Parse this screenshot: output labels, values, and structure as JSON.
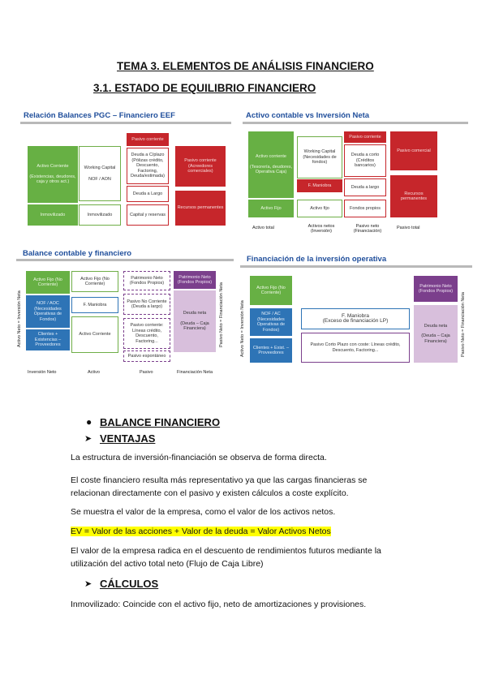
{
  "doc": {
    "title": "TEMA 3. ELEMENTOS DE ANÁLISIS FINANCIERO",
    "section": "3.1. ESTADO DE EQUILIBRIO FINANCIERO"
  },
  "fig1": {
    "title": "Relación Balances PGC – Financiero EEF",
    "activo_corriente": "Activo Corriente",
    "activo_corriente_sub": "(Existencias, deudores, caja y otros act.)",
    "inmovilizado_left": "Inmovilizado",
    "working_capital": "Working Capital",
    "ndf_aon": "NOF / AON",
    "inmovilizado_mid": "Inmovilizado",
    "pasivo_corriente": "Pasivo corriente",
    "deuda_ccte": "Deuda a C/plazo (Pólizas crédito, Descuento, Factoring, Deuda/estimada)",
    "deuda_larga": "Deuda a Largo",
    "capital_reservas": "Capital y reservas",
    "pasivo_right": "Pasivo corriente (Acreedores comerciales)",
    "recursos_perm": "Recursos permanentes"
  },
  "fig2": {
    "title": "Activo contable vs Inversión Neta",
    "activo_corriente": "Activo corriente",
    "activo_corriente_sub": "(Tesorería, deudores, Operativa Caja)",
    "activo_fijo": "Activo Fijo",
    "working_capital": "Working Capital (Necesidades de fondos)",
    "f_maniobra": "F. Maniobra",
    "activo_fijo_mid": "Activo fijo",
    "pasivo_corriente": "Pasivo corriente",
    "deuda_corto": "Deuda a corto (Créditos bancarios)",
    "deuda_largo": "Deuda a largo",
    "fondos_propios": "Fondos propios",
    "pasivo_comercial": "Pasivo comercial",
    "recursos_perm": "Recursos permanentes",
    "cap1": "Activo total",
    "cap2": "Activos netos (Inversión)",
    "cap3": "Pasivo neto (Financiación)",
    "cap4": "Pasivo total"
  },
  "fig3": {
    "title": "Balance contable y financiero",
    "left_vert": "Activo Neto = Inversión Neta",
    "right_vert": "Pasivo Neto = Financiación Neta",
    "activo_fijo": "Activo Fijo (No Corriente)",
    "ndf": "NOF / AOC (Necesidades Operativas de Fondos)",
    "clientes": "Clientes + Existencias – Proveedores",
    "activo_fijo_mid": "Activo Fijo (No Corriente)",
    "f_maniobra": "F. Maniobra",
    "activo_corriente": "Activo Corriente",
    "patrimonio": "Patrimonio Neto (Fondos Propios)",
    "pasivo_lp": "Pasivo No Corriente (Deuda a largo)",
    "pasivo_cp": "Pasivo corriente: Líneas crédito, Descuento, Factoring...",
    "pasivo_espont": "Pasivo espontáneo",
    "patrimonio_r": "Patrimonio Neto (Fondos Propios)",
    "deuda_neta": "Deuda neta",
    "deuda_caja": "(Deuda – Caja Financiera)",
    "cap1": "Inversión Neto",
    "cap2": "Activo",
    "cap3": "Pasivo",
    "cap4": "Financiación Neta"
  },
  "fig4": {
    "title": "Financiación de la inversión operativa",
    "left_vert": "Activo Neto = Inversión Neta",
    "right_vert": "Pasivo Neto = Financiación Neta",
    "activo_fijo": "Activo Fijo (No Corriente)",
    "ndf": "NOF / AC (Necesidades Operativas de Fondos)",
    "clientes": "Clientes + Exist. – Proveedores",
    "f_maniobra": "F. Maniobra",
    "exceso": "(Exceso de financiación LP)",
    "pasivo_cp": "Pasivo Corto Plazo con coste: Líneas crédito, Descuento, Factoring...",
    "patrimonio": "Patrimonio Neto (Fondos Propios)",
    "deuda_neta": "Deuda neta",
    "deuda_caja": "(Deuda – Caja Financiera)"
  },
  "body": {
    "bullet_title": "BALANCE FINANCIERO",
    "ventajas": "VENTAJAS",
    "p1": "La estructura de inversión-financiación se observa de forma directa.",
    "p2": "El coste financiero resulta más representativo ya que las cargas financieras se relacionan directamente con el pasivo y existen cálculos a coste explícito.",
    "p3": "Se muestra el valor de la empresa, como el valor de los activos netos.",
    "p4": "EV = Valor de las acciones + Valor de la deuda = Valor Activos Netos",
    "p5": "El valor de la empresa radica en el descuento de rendimientos futuros mediante la utilización del activo total neto (Flujo de Caja Libre)",
    "calculos": "CÁLCULOS",
    "p6": "Inmovilizado: Coincide con el activo fijo, neto de amortizaciones y provisiones."
  },
  "colors": {
    "green": "#67b044",
    "red": "#c6262b",
    "blue": "#2e74b6",
    "purple": "#7b3f8c",
    "highlight": "#ffff00"
  }
}
